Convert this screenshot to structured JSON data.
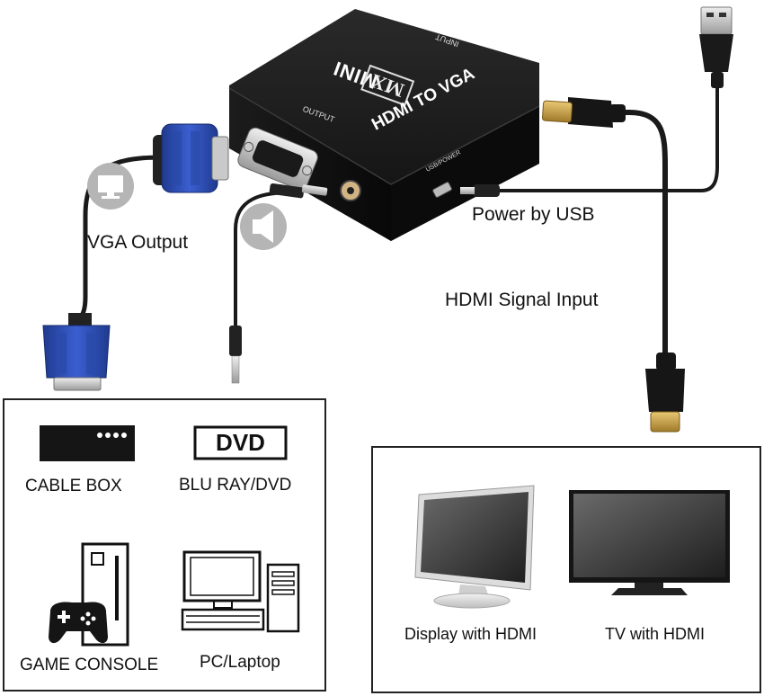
{
  "device": {
    "brand": "MX",
    "model_badge": "MINI",
    "name": "HDMI TO VGA",
    "port_output": "OUTPUT",
    "port_input": "INPUT",
    "port_power": "USB/POWER"
  },
  "callouts": {
    "vga_output": "VGA Output",
    "power_usb": "Power by USB",
    "hdmi_input": "HDMI Signal Input"
  },
  "sources_panel": {
    "dvd_logo": "DVD",
    "items": [
      "CABLE BOX",
      "BLU RAY/DVD",
      "GAME CONSOLE",
      "PC/Laptop"
    ]
  },
  "displays_panel": {
    "items": [
      "Display with HDMI",
      "TV with HDMI"
    ]
  },
  "colors": {
    "device_body": "#151515",
    "vga_blue": "#2f4fb3",
    "cable": "#1a1a1a",
    "connector_gold": "#c8a24a",
    "icon_gray": "#b5b5b5"
  }
}
